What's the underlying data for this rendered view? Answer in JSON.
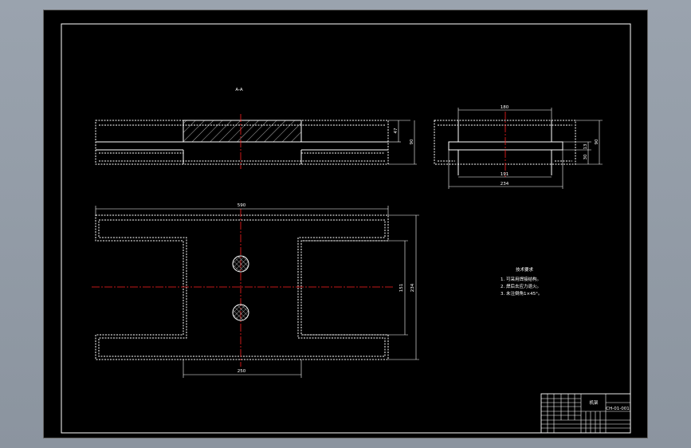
{
  "drawing": {
    "section_label": "A-A",
    "dims": {
      "width_top": "180",
      "depth_side": "90",
      "height_47": "47",
      "height_90": "90",
      "depth_90_right": "90",
      "dim_13": "13",
      "dim_30": "30",
      "width_191": "191",
      "width_234": "234",
      "length_590": "590",
      "height_151": "151",
      "height_234": "234",
      "width_250": "250"
    },
    "notes": {
      "title": "技术要求",
      "items": [
        "1. 可采用焊接结构。",
        "2. 焊后去应力退火。",
        "3. 未注倒角1×45°。"
      ]
    },
    "title_block": {
      "part_name": "机架",
      "drawing_no": "CH-01-001"
    }
  },
  "colors": {
    "sheet": "#000000",
    "line": "#ffffff",
    "center": "#ff2020",
    "background": "#939ca7"
  }
}
